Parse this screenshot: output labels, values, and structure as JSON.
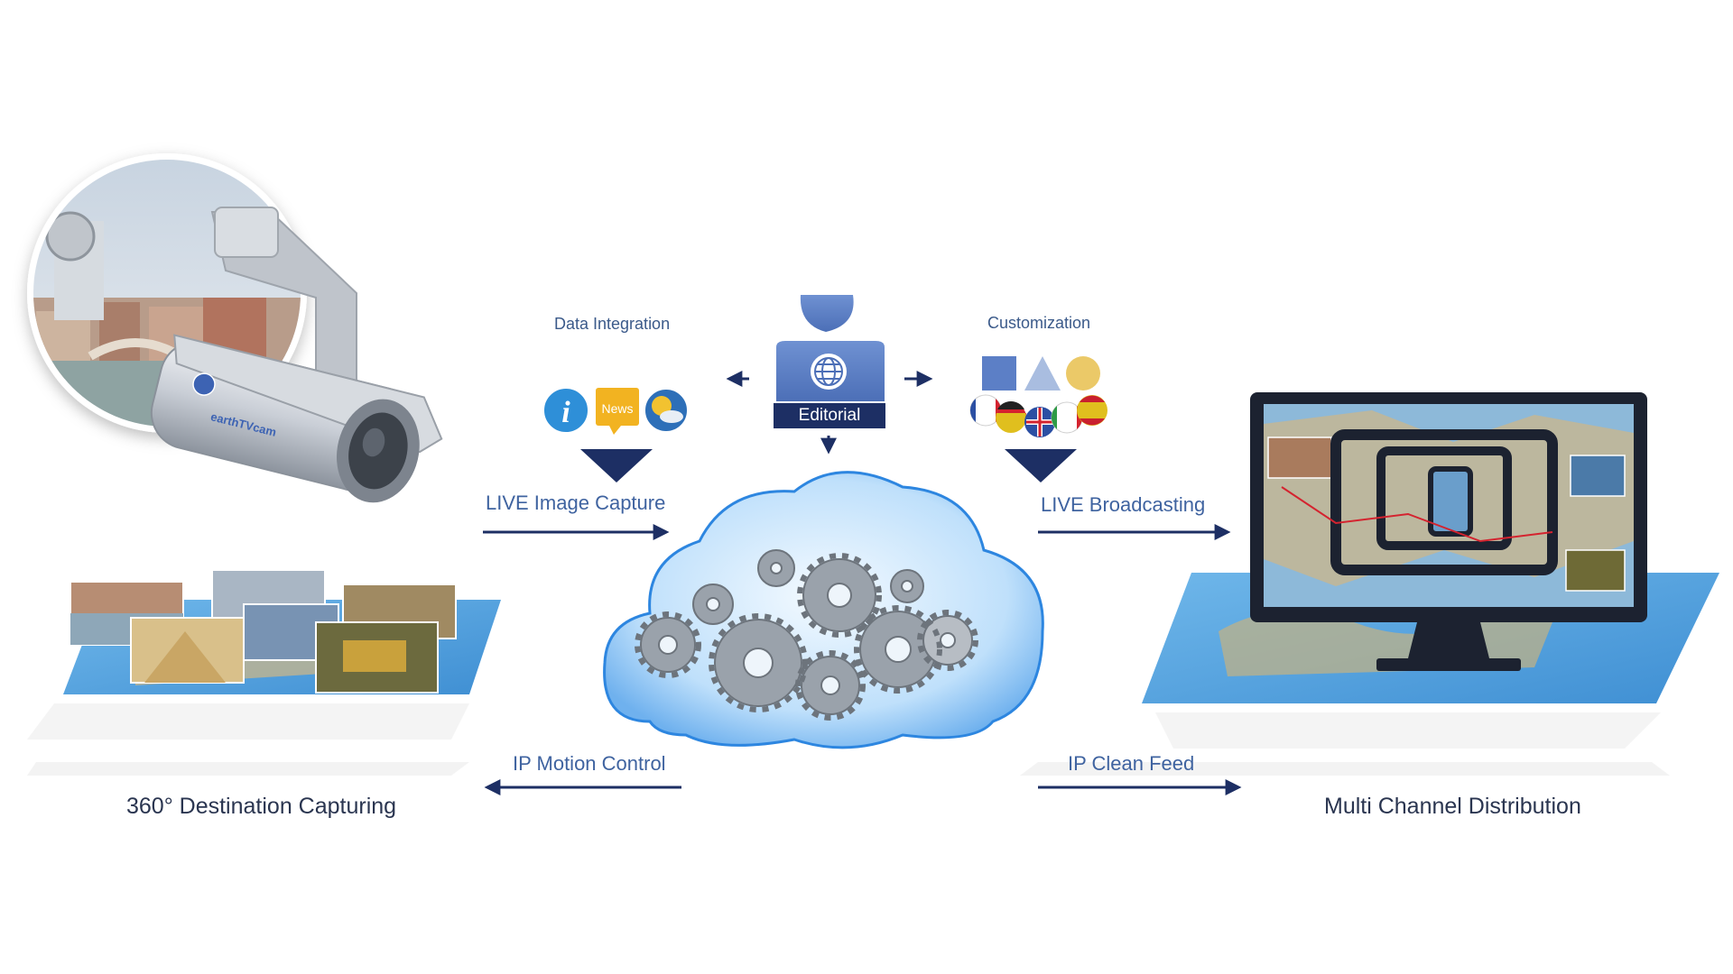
{
  "labels": {
    "data_integration": "Data Integration",
    "customization": "Customization",
    "editorial": "Editorial",
    "live_image_capture": "LIVE Image Capture",
    "live_broadcasting": "LIVE Broadcasting",
    "ip_motion_control": "IP Motion Control",
    "ip_clean_feed": "IP Clean Feed",
    "destination_capturing": "360° Destination Capturing",
    "multi_channel_distribution": "Multi Channel Distribution"
  },
  "camera": {
    "brand_text": "earthTVcam"
  },
  "data_icons": {
    "news_text": "News"
  },
  "colors": {
    "navy": "#1d2f64",
    "label_blue": "#3f63a0",
    "person_blue": "#5b7fc4",
    "cloud_blue": "#8fc3f2",
    "gear_gray": "#9aa2ab"
  }
}
